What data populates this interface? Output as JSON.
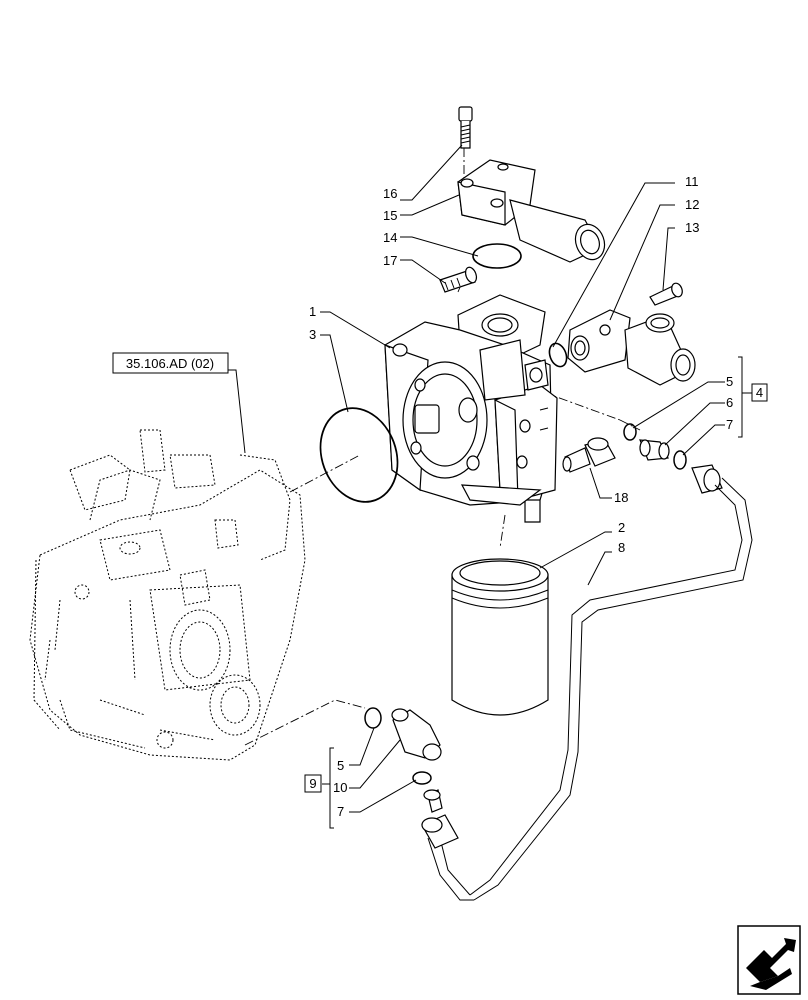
{
  "reference_box": "35.106.AD (02)",
  "callouts": {
    "c1": "1",
    "c2": "2",
    "c3": "3",
    "c4": "4",
    "c5a": "5",
    "c5b": "5",
    "c6": "6",
    "c7a": "7",
    "c7b": "7",
    "c8": "8",
    "c9": "9",
    "c10": "10",
    "c11": "11",
    "c12": "12",
    "c13": "13",
    "c14": "14",
    "c15": "15",
    "c16": "16",
    "c17": "17",
    "c18": "18"
  },
  "icons": {
    "nav": "next-page-arrow-icon"
  }
}
